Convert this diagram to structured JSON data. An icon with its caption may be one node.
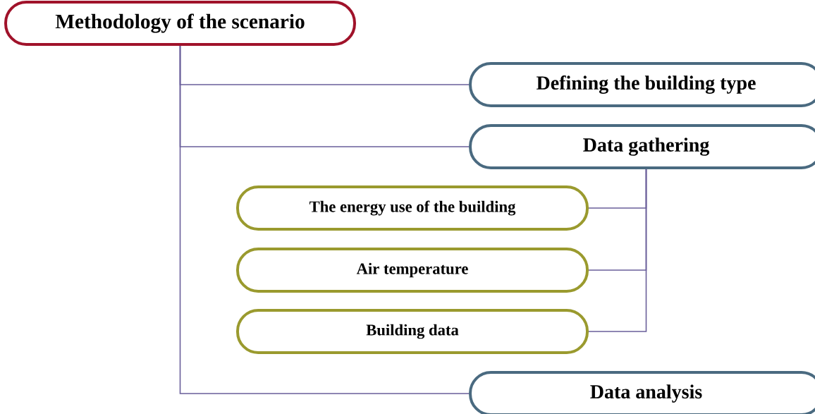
{
  "diagram": {
    "nodes": [
      {
        "text": [
          "Methodology of the scenario"
        ]
      },
      {
        "text": [
          "Defining the building type"
        ]
      },
      {
        "text": [
          "Data gathering"
        ]
      },
      {
        "text": [
          "The energy use of the building"
        ]
      },
      {
        "text": [
          "Air temperature"
        ]
      },
      {
        "text": [
          "Building data"
        ]
      },
      {
        "text": [
          "Data analysis"
        ]
      }
    ],
    "edges": [
      {
        "from": 0,
        "to": 1,
        "arrow": "none"
      },
      {
        "from": 0,
        "to": 2,
        "arrow": "none"
      },
      {
        "from": 2,
        "to": 3,
        "arrow": "none"
      },
      {
        "from": 2,
        "to": 4,
        "arrow": "none"
      },
      {
        "from": 2,
        "to": 5,
        "arrow": "none"
      },
      {
        "from": 0,
        "to": 6,
        "arrow": "none"
      }
    ]
  }
}
